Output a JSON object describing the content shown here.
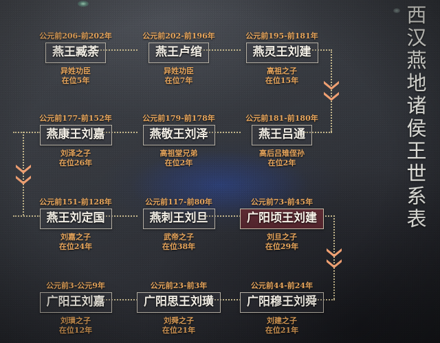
{
  "panel": {
    "vertical_title": "西汉燕地诸侯王世系表",
    "accent_color": "#e8a65c",
    "connector_color": "#cdbf92",
    "arrow_color": "#f0a072",
    "highlight_color": "#5d2b33",
    "background_color": "#33363c"
  },
  "rows": [
    {
      "cells": [
        {
          "year": "公元前206-前202年",
          "name": "燕王臧荼",
          "relation": "异姓功臣",
          "reign": "在位5年",
          "highlighted": false
        },
        {
          "year": "公元前202-前196年",
          "name": "燕王卢绾",
          "relation": "异姓功臣",
          "reign": "在位7年",
          "highlighted": false
        },
        {
          "year": "公元前195-前181年",
          "name": "燕灵王刘建",
          "relation": "高祖之子",
          "reign": "在位15年",
          "highlighted": false
        }
      ]
    },
    {
      "cells": [
        {
          "year": "公元前177-前152年",
          "name": "燕康王刘嘉",
          "relation": "刘泽之子",
          "reign": "在位26年",
          "highlighted": false
        },
        {
          "year": "公元前179-前178年",
          "name": "燕敬王刘泽",
          "relation": "高祖堂兄弟",
          "reign": "在位2年",
          "highlighted": false
        },
        {
          "year": "公元前181-前180年",
          "name": "燕王吕通",
          "relation": "高后吕雉侄孙",
          "reign": "在位2年",
          "highlighted": false
        }
      ]
    },
    {
      "cells": [
        {
          "year": "公元前151-前128年",
          "name": "燕王刘定国",
          "relation": "刘嘉之子",
          "reign": "在位24年",
          "highlighted": false
        },
        {
          "year": "公元前117-前80年",
          "name": "燕刺王刘旦",
          "relation": "武帝之子",
          "reign": "在位38年",
          "highlighted": false
        },
        {
          "year": "公元前73-前45年",
          "name": "广阳顷王刘建",
          "relation": "刘旦之子",
          "reign": "在位29年",
          "highlighted": true
        }
      ]
    },
    {
      "cells": [
        {
          "year": "公元前3-公元9年",
          "name": "广阳王刘嘉",
          "relation": "刘璜之子",
          "reign": "在位12年",
          "highlighted": false
        },
        {
          "year": "公元前23-前3年",
          "name": "广阳思王刘璜",
          "relation": "刘舜之子",
          "reign": "在位21年",
          "highlighted": false
        },
        {
          "year": "公元前44-前24年",
          "name": "广阳穆王刘舜",
          "relation": "刘建之子",
          "reign": "在位21年",
          "highlighted": false
        }
      ]
    }
  ]
}
